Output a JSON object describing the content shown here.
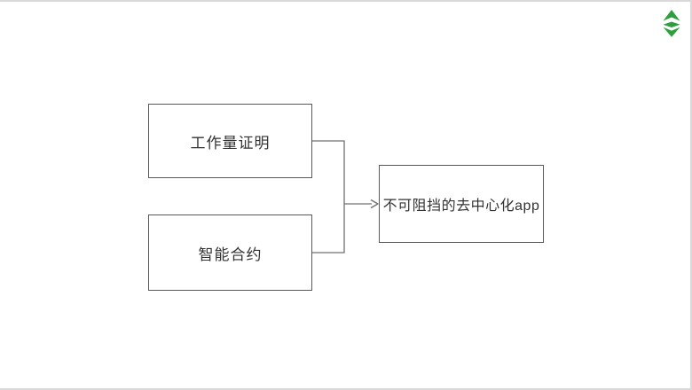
{
  "page": {
    "background": "#ffffff",
    "edge_color": "#d9d9d9"
  },
  "diagram": {
    "style": {
      "node_fill": "#ffffff",
      "node_border_color": "#595959",
      "connector_color": "#707070",
      "text_color": "#333333"
    },
    "nodes": [
      {
        "label": "工作量证明"
      },
      {
        "label": "智能合约"
      },
      {
        "label": "不可阻挡的去中心化app"
      }
    ],
    "edges": [
      {
        "from": "工作量证明",
        "to": "不可阻挡的去中心化app",
        "type": "orthogonal-arrow"
      },
      {
        "from": "智能合约",
        "to": "不可阻挡的去中心化app",
        "type": "orthogonal-arrow"
      }
    ]
  },
  "logo": {
    "name": "ethereum-classic",
    "color": "#2e9e3e"
  }
}
